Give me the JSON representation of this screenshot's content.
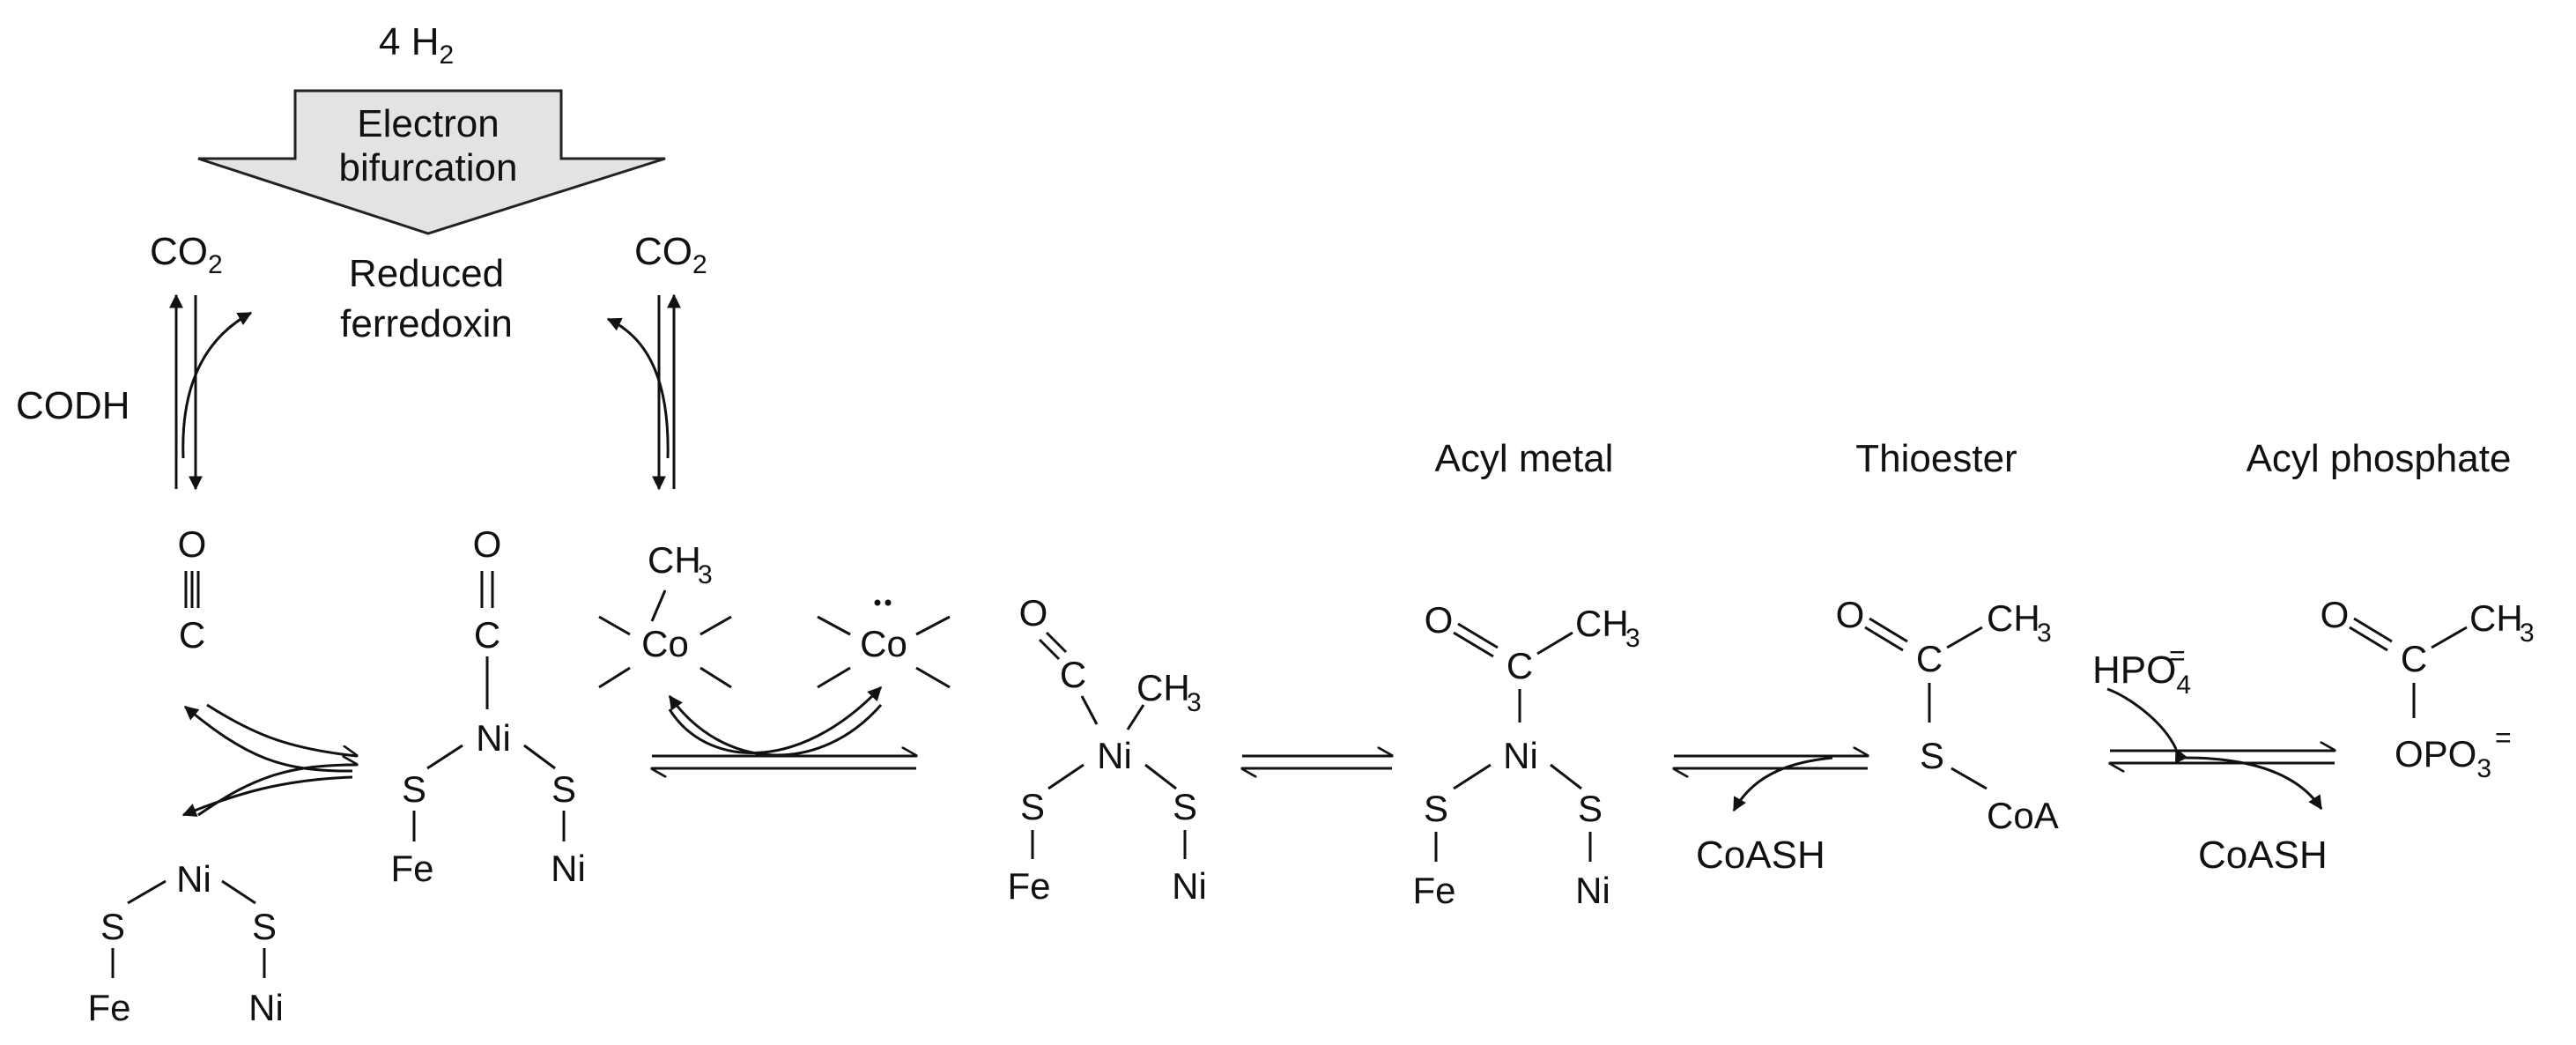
{
  "labels": {
    "h2_coeff": "4 H",
    "h2_sub": "2",
    "bifurcation_line1": "Electron",
    "bifurcation_line2": "bifurcation",
    "reduced_line1": "Reduced",
    "reduced_line2": "ferredoxin",
    "codh": "CODH",
    "acyl_metal": "Acyl metal",
    "thioester": "Thioester",
    "acyl_phosphate": "Acyl phosphate"
  },
  "species": {
    "co2_left": {
      "main": "CO",
      "sub": "2"
    },
    "co2_right": {
      "main": "CO",
      "sub": "2"
    },
    "coash_left": "CoASH",
    "coash_right": "CoASH",
    "hpo4": {
      "main": "HPO",
      "sub": "4",
      "charge": "="
    },
    "opo3": {
      "main": "OPO",
      "sub": "3",
      "charge": "="
    }
  },
  "atoms": {
    "o": "O",
    "c": "C",
    "ni": "Ni",
    "s": "S",
    "fe": "Fe",
    "co": "Co",
    "coa": "CoA",
    "ch3_main": "CH",
    "ch3_sub": "3"
  }
}
